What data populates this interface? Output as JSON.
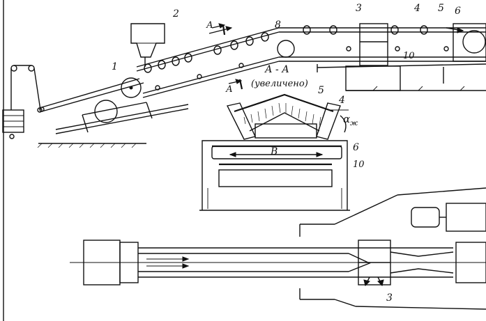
{
  "labels": {
    "n1": "1",
    "n2": "2",
    "n3_top": "3",
    "n4_top": "4",
    "n5_top": "5",
    "n6_top": "6",
    "n8": "8",
    "n10_top": "10",
    "section_a_top": "А",
    "section_a_bottom": "А",
    "section_title": "А - А",
    "section_note": "(увеличено)",
    "n5_sec": "5",
    "n4_sec": "4",
    "alpha": "α",
    "alpha_sub": "ж",
    "b_width": "В",
    "n6_sec": "6",
    "n10_sec": "10",
    "n3_plan": "3"
  }
}
